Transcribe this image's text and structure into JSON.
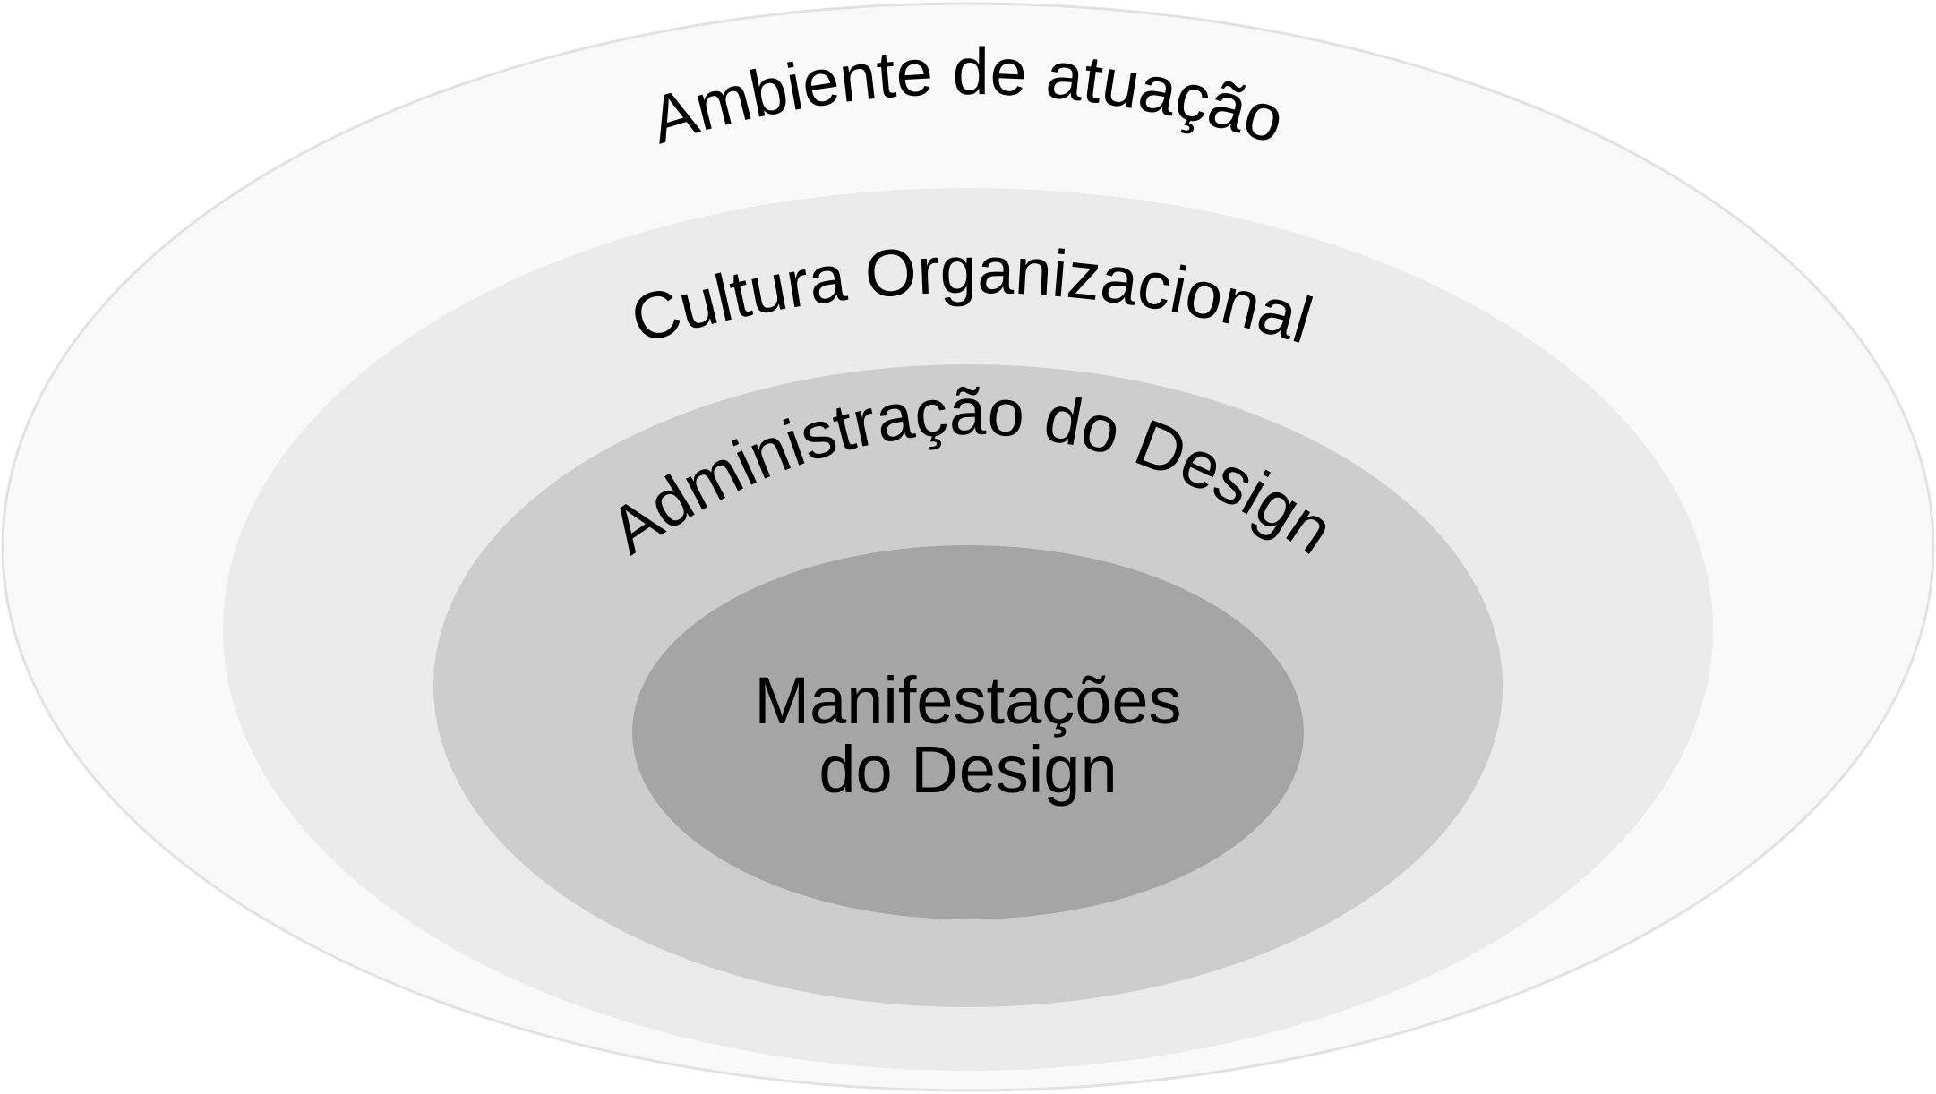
{
  "layers": [
    {
      "label": "Ambiente de atuação",
      "fill": "#f9f9f9",
      "stroke": "#e2e2e2"
    },
    {
      "label": "Cultura Organizacional",
      "fill": "#ebebeb"
    },
    {
      "label": "Administração do Design",
      "fill": "#cdcdcd"
    }
  ],
  "core": {
    "line1": "Manifestações",
    "line2": "do Design",
    "fill": "#a5a5a5"
  }
}
